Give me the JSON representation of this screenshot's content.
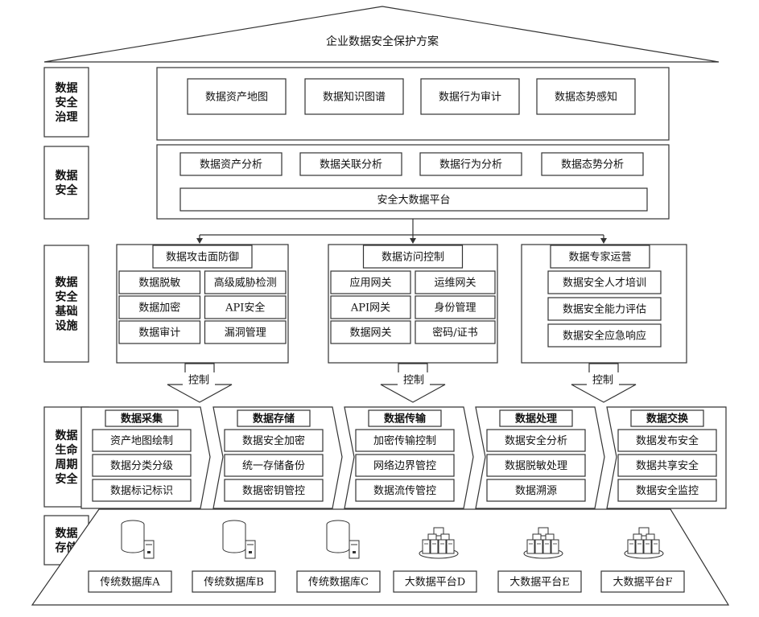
{
  "title": "企业数据安全保护方案",
  "sections": {
    "governance": "数据\n安全\n治理",
    "security": "数据\n安全",
    "infrastructure": "数据\n安全\n基础\n设施",
    "lifecycle": "数据\n生命\n周期\n安全",
    "storage": "数据\n存储"
  },
  "governance_items": [
    "数据资产地图",
    "数据知识图谱",
    "数据行为审计",
    "数据态势感知"
  ],
  "security_items": [
    "数据资产分析",
    "数据关联分析",
    "数据行为分析",
    "数据态势分析"
  ],
  "security_platform": "安全大数据平台",
  "infra_groups": [
    {
      "title": "数据攻击面防御",
      "items": [
        "数据脱敏",
        "高级威胁检测",
        "数据加密",
        "API安全",
        "数据审计",
        "漏洞管理"
      ]
    },
    {
      "title": "数据访问控制",
      "items": [
        "应用网关",
        "运维网关",
        "API网关",
        "身份管理",
        "数据网关",
        "密码/证书"
      ]
    },
    {
      "title": "数据专家运营",
      "items": [
        "数据安全人才培训",
        "数据安全能力评估",
        "数据安全应急响应"
      ]
    }
  ],
  "control_label": "控制",
  "lifecycle_stages": [
    {
      "title": "数据采集",
      "items": [
        "资产地图绘制",
        "数据分类分级",
        "数据标记标识"
      ]
    },
    {
      "title": "数据存储",
      "items": [
        "数据安全加密",
        "统一存储备份",
        "数据密钥管控"
      ]
    },
    {
      "title": "数据传输",
      "items": [
        "加密传输控制",
        "网络边界管控",
        "数据流传管控"
      ]
    },
    {
      "title": "数据处理",
      "items": [
        "数据安全分析",
        "数据脱敏处理",
        "数据溯源"
      ]
    },
    {
      "title": "数据交换",
      "items": [
        "数据发布安全",
        "数据共享安全",
        "数据安全监控"
      ]
    }
  ],
  "storage_items": [
    {
      "label": "传统数据库A",
      "icon": "database-icon"
    },
    {
      "label": "传统数据库B",
      "icon": "database-icon"
    },
    {
      "label": "传统数据库C",
      "icon": "database-icon"
    },
    {
      "label": "大数据平台D",
      "icon": "server-cluster-icon"
    },
    {
      "label": "大数据平台E",
      "icon": "server-cluster-icon"
    },
    {
      "label": "大数据平台F",
      "icon": "server-cluster-icon"
    }
  ],
  "colors": {
    "stroke": "#333333",
    "text": "#111111",
    "background": "#ffffff"
  }
}
